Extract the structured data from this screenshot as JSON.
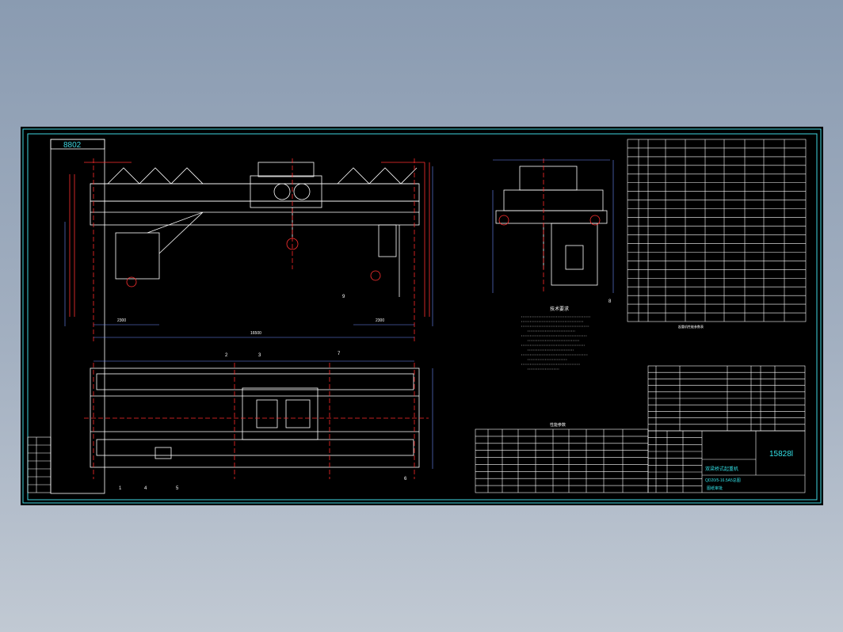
{
  "drawing": {
    "header_tag": "8802",
    "drawing_number": "15828l",
    "title_lines": [
      "双梁桥式起重机",
      "QD20/5-16.5A5总图"
    ],
    "approval_word": "图纸审批"
  },
  "views": {
    "front_view": {
      "center_dim": "16500",
      "left_dim": "2300",
      "right_dim": "2300",
      "balloons": [
        "2",
        "3",
        "7",
        "9"
      ]
    },
    "side_view": {
      "balloon": "8"
    },
    "plan_view": {
      "balloons": [
        "1",
        "4",
        "5",
        "6"
      ]
    }
  },
  "notes": {
    "heading": "技术要求"
  },
  "tables": {
    "performance_caption": "起重机性能参数表",
    "params_caption": "性能参数"
  },
  "colors": {
    "paper": "#000000",
    "frame": "#3fd6e0",
    "line": "#ffffff",
    "centerline": "#ff2a2a",
    "dimension": "#6e8cff",
    "table": "#ffffff",
    "title_text": "#33e0e6",
    "hatch": "#ff3030"
  }
}
